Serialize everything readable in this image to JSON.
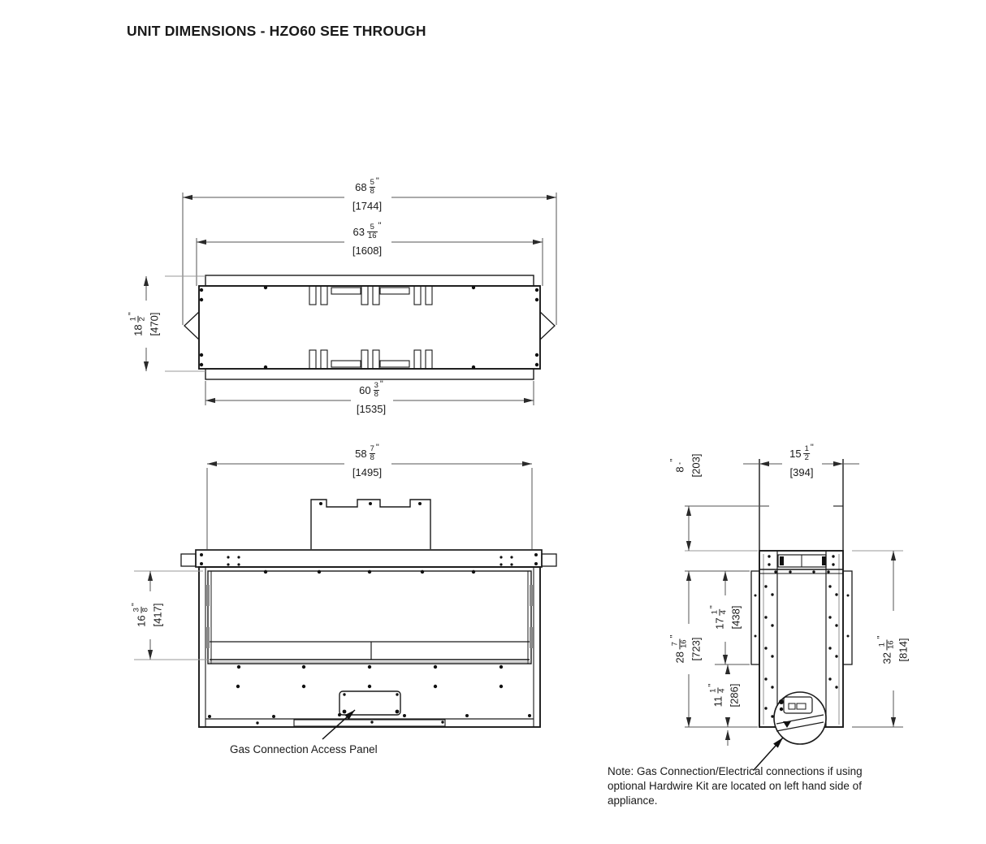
{
  "title": "UNIT DIMENSIONS - HZO60 SEE THROUGH",
  "dimensions": {
    "top_width_outer": {
      "whole": "68",
      "num": "5",
      "den": "8",
      "unit": "\"",
      "mm": "[1744]"
    },
    "top_width_inner": {
      "whole": "63",
      "num": "5",
      "den": "16",
      "unit": "\"",
      "mm": "[1608]"
    },
    "top_depth": {
      "whole": "18",
      "num": "1",
      "den": "2",
      "unit": "\"",
      "mm": "[470]"
    },
    "flange_width": {
      "whole": "60",
      "num": "3",
      "den": "8",
      "unit": "\"",
      "mm": "[1535]"
    },
    "front_width": {
      "whole": "58",
      "num": "7",
      "den": "8",
      "unit": "\"",
      "mm": "[1495]"
    },
    "opening_height": {
      "whole": "16",
      "num": "3",
      "den": "8",
      "unit": "\"",
      "mm": "[417]"
    },
    "flue_section": {
      "whole": "8",
      "num": "",
      "den": "",
      "unit": "\"",
      "mm": "[203]"
    },
    "side_depth": {
      "whole": "15",
      "num": "1",
      "den": "2",
      "unit": "\"",
      "mm": "[394]"
    },
    "standoff_height": {
      "whole": "17",
      "num": "1",
      "den": "4",
      "unit": "\"",
      "mm": "[438]"
    },
    "rear_height": {
      "whole": "28",
      "num": "7",
      "den": "16",
      "unit": "\"",
      "mm": "[723]"
    },
    "lower_height": {
      "whole": "11",
      "num": "1",
      "den": "4",
      "unit": "\"",
      "mm": "[286]"
    },
    "total_height": {
      "whole": "32",
      "num": "1",
      "den": "16",
      "unit": "\"",
      "mm": "[814]"
    }
  },
  "labels": {
    "gas_access_panel": "Gas Connection Access Panel",
    "note_lines": [
      "Note: Gas Connection/Electrical connections if using",
      "optional Hardwire Kit are located on left hand side of",
      "appliance."
    ]
  },
  "colors": {
    "line": "#1a1a1a",
    "dim_line": "#555555",
    "light_line": "#999999",
    "background": "#ffffff"
  }
}
